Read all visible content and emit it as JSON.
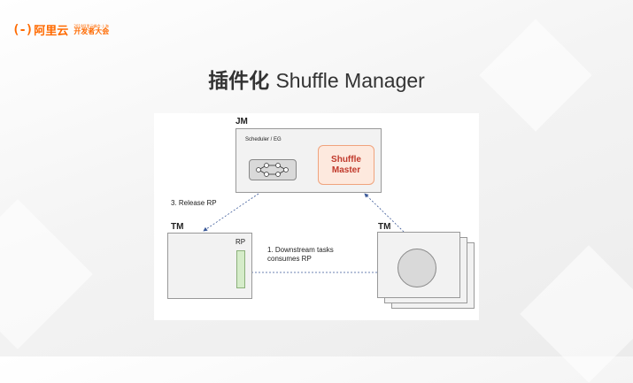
{
  "logo": {
    "mark": "(-)",
    "brand": "阿里云",
    "event_top": "2019阿里云峰会·上海",
    "event_name": "开发者大会"
  },
  "title": {
    "zh": "插件化",
    "en": "Shuffle Manager"
  },
  "diagram": {
    "jm": {
      "label": "JM",
      "scheduler_label": "Scheduler / EG",
      "shuffle_master": "Shuffle\nMaster"
    },
    "tm_left": {
      "label": "TM",
      "rp_label": "RP"
    },
    "tm_right": {
      "label": "TM"
    },
    "arrows": {
      "release": "3. Release RP",
      "downstream": "1. Downstream tasks\nconsumes RP"
    }
  },
  "colors": {
    "brand": "#ff6a00",
    "shuffle_master_fill": "#fde9de",
    "shuffle_master_stroke": "#f0a37d",
    "shuffle_master_text": "#c0392b",
    "rp_fill": "#d5ecc9"
  }
}
